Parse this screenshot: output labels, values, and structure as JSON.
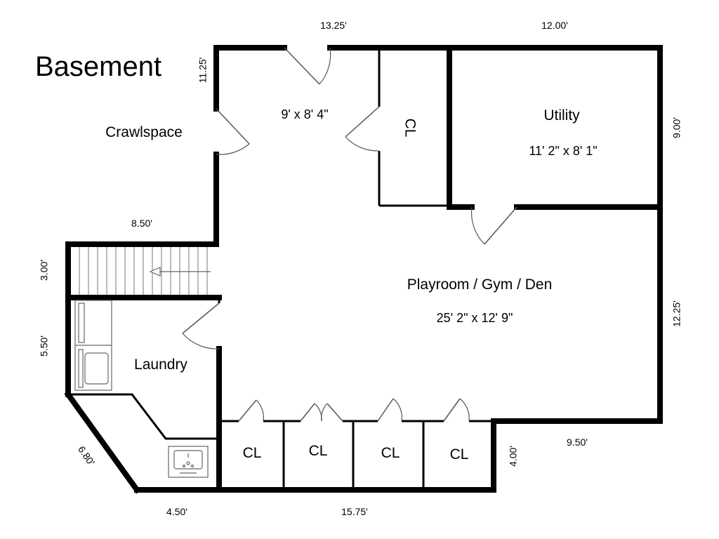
{
  "title": "Basement",
  "rooms": {
    "crawlspace": "Crawlspace",
    "hall_area": "9' x 8' 4\"",
    "closet_top": "CL",
    "utility": "Utility",
    "utility_area": "11' 2\" x 8' 1\"",
    "playroom": "Playroom / Gym / Den",
    "playroom_area": "25' 2\" x 12' 9\"",
    "laundry": "Laundry",
    "closet_1": "CL",
    "closet_2": "CL",
    "closet_3": "CL",
    "closet_4": "CL"
  },
  "dimensions": {
    "top_left": "13.25'",
    "top_right": "12.00'",
    "left_upper": "11.25'",
    "right_upper": "9.00'",
    "crawl_bottom": "8.50'",
    "stairs": "3.00'",
    "laundry_left": "5.50'",
    "diagonal": "6.80'",
    "bottom_left": "4.50'",
    "bottom_mid": "15.75'",
    "step_vertical": "4.00'",
    "step_horizontal": "9.50'",
    "right_lower": "12.25'"
  }
}
